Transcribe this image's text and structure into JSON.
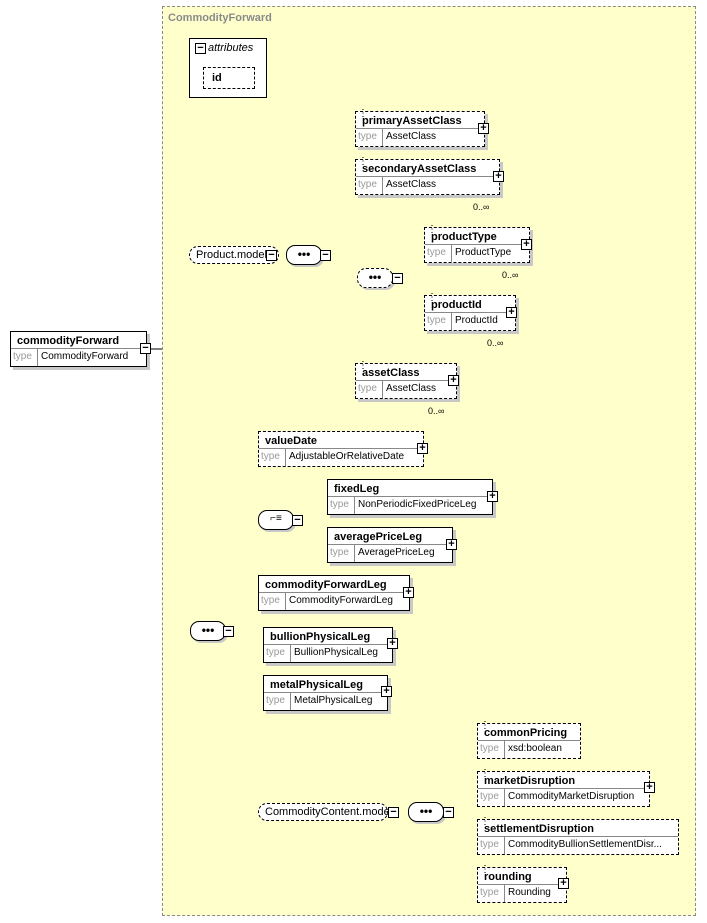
{
  "root": {
    "name": "commodityForward",
    "type_label": "type",
    "type": "CommodityForward"
  },
  "panel": {
    "title": "CommodityForward"
  },
  "attributes": {
    "title": "attributes",
    "items": [
      "id"
    ]
  },
  "groups": {
    "product_model": "Product.model",
    "commodity_content_model": "CommodityContent.model"
  },
  "elements": {
    "primaryAssetClass": {
      "name": "primaryAssetClass",
      "type": "AssetClass"
    },
    "secondaryAssetClass": {
      "name": "secondaryAssetClass",
      "type": "AssetClass",
      "card": "0..∞"
    },
    "productType": {
      "name": "productType",
      "type": "ProductType",
      "card": "0..∞"
    },
    "productId": {
      "name": "productId",
      "type": "ProductId",
      "card": "0..∞"
    },
    "assetClass": {
      "name": "assetClass",
      "type": "AssetClass",
      "card": "0..∞"
    },
    "valueDate": {
      "name": "valueDate",
      "type": "AdjustableOrRelativeDate"
    },
    "fixedLeg": {
      "name": "fixedLeg",
      "type": "NonPeriodicFixedPriceLeg"
    },
    "averagePriceLeg": {
      "name": "averagePriceLeg",
      "type": "AveragePriceLeg"
    },
    "commodityForwardLeg": {
      "name": "commodityForwardLeg",
      "type": "CommodityForwardLeg"
    },
    "bullionPhysicalLeg": {
      "name": "bullionPhysicalLeg",
      "type": "BullionPhysicalLeg"
    },
    "metalPhysicalLeg": {
      "name": "metalPhysicalLeg",
      "type": "MetalPhysicalLeg"
    },
    "commonPricing": {
      "name": "commonPricing",
      "type": "xsd:boolean"
    },
    "marketDisruption": {
      "name": "marketDisruption",
      "type": "CommodityMarketDisruption"
    },
    "settlementDisruption": {
      "name": "settlementDisruption",
      "type": "CommodityBullionSettlementDisr..."
    },
    "rounding": {
      "name": "rounding",
      "type": "Rounding"
    }
  },
  "type_label": "type",
  "icons": {
    "expand": "plus-icon",
    "collapse": "minus-icon",
    "sequence": "sequence-icon",
    "choice": "choice-icon"
  }
}
